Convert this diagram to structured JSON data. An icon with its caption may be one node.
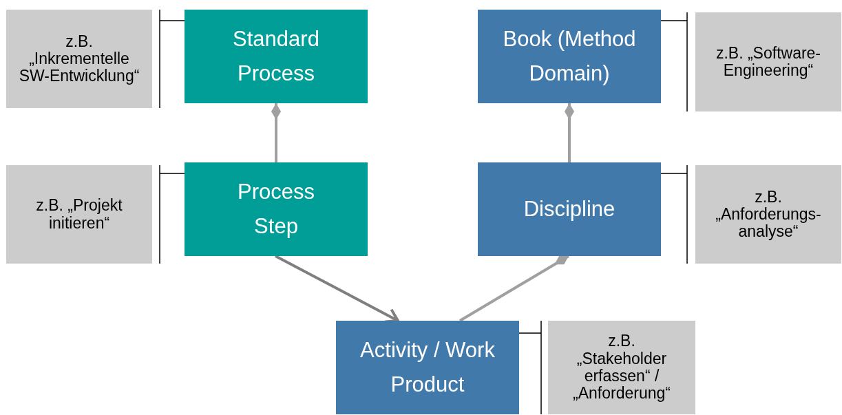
{
  "diagram": {
    "nodes": [
      {
        "text": [
          "Standard Process"
        ]
      },
      {
        "text": [
          "Book (Method Domain)"
        ]
      },
      {
        "text": [
          "z.B. „Inkrementelle SW-Entwicklung“"
        ]
      },
      {
        "text": [
          "z.B. „Software-Engineering“"
        ]
      },
      {
        "text": [
          "Process Step"
        ]
      },
      {
        "text": [
          "Discipline"
        ]
      },
      {
        "text": [
          "z.B. „Projekt initieren“"
        ]
      },
      {
        "text": [
          "z.B. „Anforderungs-analyse“"
        ]
      },
      {
        "text": [
          "Activity / Work Product"
        ]
      },
      {
        "text": [
          "z.B. „Stakeholder erfassen“ / „Anforderung“"
        ]
      }
    ],
    "edges": [
      {
        "from": 4,
        "to": 0,
        "arrow": "other",
        "style": "thick",
        "color": "#a0a0a0"
      },
      {
        "from": 5,
        "to": 1,
        "arrow": "other",
        "style": "thick",
        "color": "#a0a0a0"
      },
      {
        "from": 4,
        "to": 8,
        "arrow": "to",
        "style": "thick",
        "color": "#7f7f7f"
      },
      {
        "from": 8,
        "to": 5,
        "arrow": "other",
        "style": "thick",
        "color": "#a0a0a0"
      },
      {
        "from": 2,
        "to": 0,
        "arrow": "none"
      },
      {
        "from": 3,
        "to": 1,
        "arrow": "none"
      },
      {
        "from": 6,
        "to": 4,
        "arrow": "none"
      },
      {
        "from": 7,
        "to": 5,
        "arrow": "none"
      },
      {
        "from": 9,
        "to": 8,
        "arrow": "none"
      }
    ]
  }
}
